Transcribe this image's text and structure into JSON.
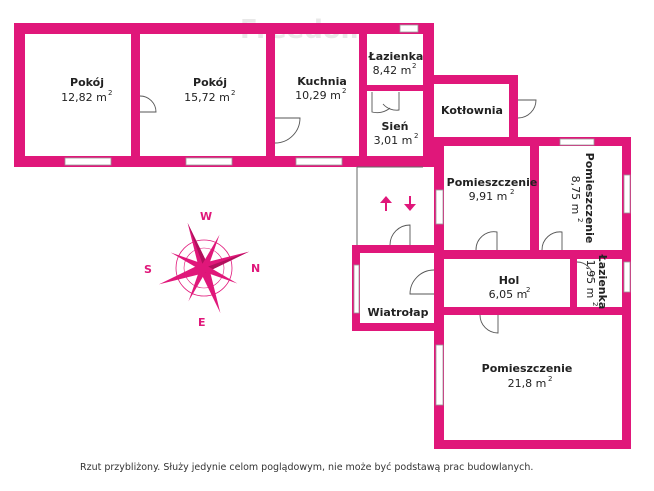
{
  "watermark": "Freedom",
  "rooms": [
    {
      "name": "Pokój",
      "area": "12,82 m",
      "sup": "2"
    },
    {
      "name": "Pokój",
      "area": "15,72 m",
      "sup": "2"
    },
    {
      "name": "Kuchnia",
      "area": "10,29 m",
      "sup": "2"
    },
    {
      "name": "Łazienka",
      "area": "8,42 m",
      "sup": "2"
    },
    {
      "name": "Sień",
      "area": "3,01 m",
      "sup": "2"
    },
    {
      "name": "Kotłownia"
    },
    {
      "name": "Pomieszczenie",
      "area": "9,91 m",
      "sup": "2"
    },
    {
      "name": "Pomieszczenie",
      "area": "8,75 m",
      "sup": "2"
    },
    {
      "name": "Hol",
      "area": "6,05 m",
      "sup": "2"
    },
    {
      "name": "Łazienka",
      "area": "1,95 m",
      "sup": "2"
    },
    {
      "name": "Wiatrołap"
    },
    {
      "name": "Pomieszczenie",
      "area": "21,8 m",
      "sup": "2"
    }
  ],
  "compass": {
    "w": "W",
    "n": "N",
    "s": "S",
    "e": "E"
  },
  "footnote": "Rzut przybliżony. Służy jedynie celom poglądowym, nie może być podstawą prac budowlanych.",
  "colors": {
    "wall": "#e0177a"
  }
}
